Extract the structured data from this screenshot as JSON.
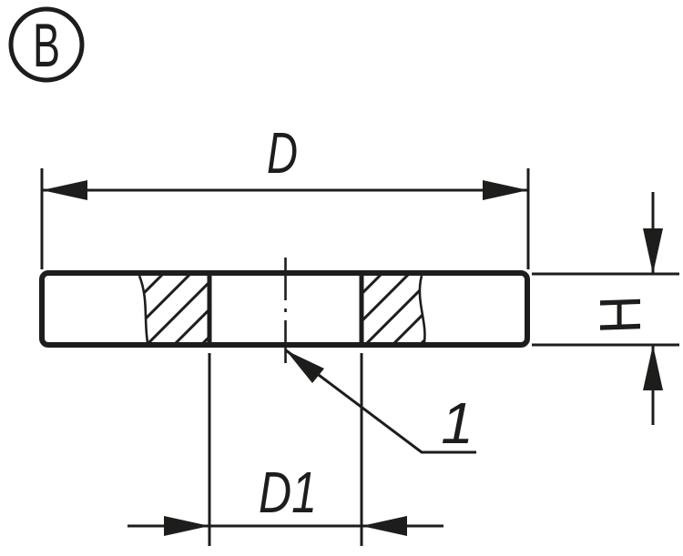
{
  "drawing": {
    "view_label": "B",
    "dimensions": {
      "outer_diameter": "D",
      "inner_diameter": "D1",
      "height": "H"
    },
    "callouts": {
      "item_1": "1"
    },
    "colors": {
      "line": "#1d1d1b",
      "background": "#ffffff"
    }
  }
}
